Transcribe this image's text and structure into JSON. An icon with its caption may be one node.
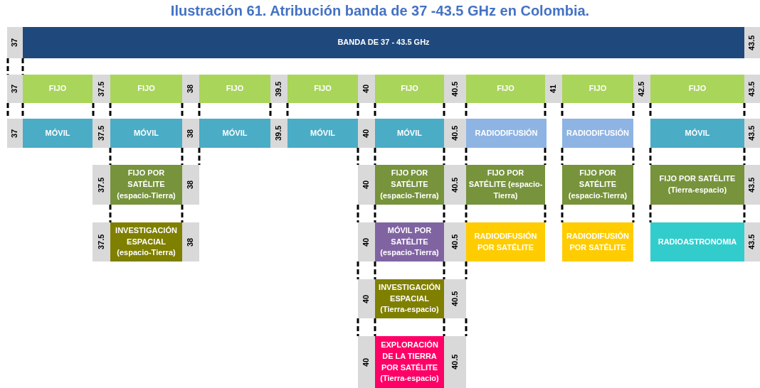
{
  "diagram": {
    "title": "Ilustración 61. Atribución banda de 37 -43.5 GHz en Colombia.",
    "nodes": [
      {
        "text": [
          "37"
        ]
      },
      {
        "text": [
          "BANDA DE 37 - 43.5 GHz"
        ]
      },
      {
        "text": [
          "43.5"
        ]
      },
      {
        "text": [
          "37"
        ]
      },
      {
        "text": [
          "FIJO"
        ]
      },
      {
        "text": [
          "37.5"
        ]
      },
      {
        "text": [
          "FIJO"
        ]
      },
      {
        "text": [
          "38"
        ]
      },
      {
        "text": [
          "FIJO"
        ]
      },
      {
        "text": [
          "39.5"
        ]
      },
      {
        "text": [
          "FIJO"
        ]
      },
      {
        "text": [
          "40"
        ]
      },
      {
        "text": [
          "FIJO"
        ]
      },
      {
        "text": [
          "40.5"
        ]
      },
      {
        "text": [
          "FIJO"
        ]
      },
      {
        "text": [
          "41"
        ]
      },
      {
        "text": [
          "FIJO"
        ]
      },
      {
        "text": [
          "42.5"
        ]
      },
      {
        "text": [
          "FIJO"
        ]
      },
      {
        "text": [
          "43.5"
        ]
      },
      {
        "text": [
          "37"
        ]
      },
      {
        "text": [
          "MÓVIL"
        ]
      },
      {
        "text": [
          "37.5"
        ]
      },
      {
        "text": [
          "MÓVIL"
        ]
      },
      {
        "text": [
          "38"
        ]
      },
      {
        "text": [
          "MÓVIL"
        ]
      },
      {
        "text": [
          "39.5"
        ]
      },
      {
        "text": [
          "MÓVIL"
        ]
      },
      {
        "text": [
          "40"
        ]
      },
      {
        "text": [
          "MÓVIL"
        ]
      },
      {
        "text": [
          "40.5"
        ]
      },
      {
        "text": [
          "RADIODIFUSIÓN"
        ]
      },
      {
        "text": [
          "RADIODIFUSIÓN"
        ]
      },
      {
        "text": [
          "MÓVIL"
        ]
      },
      {
        "text": [
          "43.5"
        ]
      },
      {
        "text": [
          "37.5"
        ]
      },
      {
        "text": [
          "FIJO POR SATÉLITE (espacio-Tierra)"
        ]
      },
      {
        "text": [
          "38"
        ]
      },
      {
        "text": [
          "40"
        ]
      },
      {
        "text": [
          "FIJO POR SATÉLITE (espacio-Tierra)"
        ]
      },
      {
        "text": [
          "40.5"
        ]
      },
      {
        "text": [
          "FIJO POR SATÉLITE (espacio-Tierra)"
        ]
      },
      {
        "text": [
          "FIJO POR SATÉLITE (espacio-Tierra)"
        ]
      },
      {
        "text": [
          "FIJO POR SATÉLITE (Tierra-espacio)"
        ]
      },
      {
        "text": [
          "43.5"
        ]
      },
      {
        "text": [
          "37.5"
        ]
      },
      {
        "text": [
          "INVESTIGACIÓN ESPACIAL (espacio-Tierra)"
        ]
      },
      {
        "text": [
          "38"
        ]
      },
      {
        "text": [
          "40"
        ]
      },
      {
        "text": [
          "MÓVIL POR SATÉLITE (espacio-Tierra)"
        ]
      },
      {
        "text": [
          "40.5"
        ]
      },
      {
        "text": [
          "RADIODIFUSIÓN POR SATÉLITE"
        ]
      },
      {
        "text": [
          "RADIODIFUSIÓN POR SATÉLITE"
        ]
      },
      {
        "text": [
          "RADIOASTRONOMIA"
        ]
      },
      {
        "text": [
          "43.5"
        ]
      },
      {
        "text": [
          "40"
        ]
      },
      {
        "text": [
          "INVESTIGACIÓN ESPACIAL (Tierra-espacio)"
        ]
      },
      {
        "text": [
          "40.5"
        ]
      },
      {
        "text": [
          "40"
        ]
      },
      {
        "text": [
          "EXPLORACIÓN DE LA TIERRA POR SATÉLITE (Tierra-espacio)"
        ]
      },
      {
        "text": [
          "40.5"
        ]
      }
    ]
  }
}
